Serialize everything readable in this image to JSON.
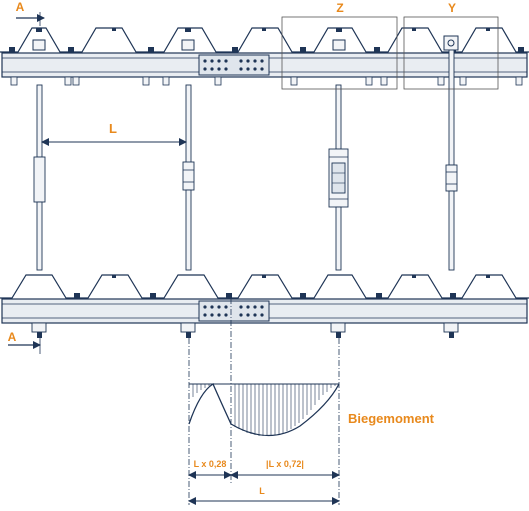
{
  "labels": {
    "section_a_top": "A",
    "section_a_bottom": "A",
    "detail_z": "Z",
    "detail_y": "Y",
    "span_length": "L",
    "moment_label": "Biegemoment",
    "dim_left": "L x 0,28",
    "dim_right": "|L x 0,72|",
    "dim_total": "L"
  },
  "colors": {
    "steel": "#1f3556",
    "accent": "#e8891c",
    "beam_fill": "#e9edf2"
  }
}
